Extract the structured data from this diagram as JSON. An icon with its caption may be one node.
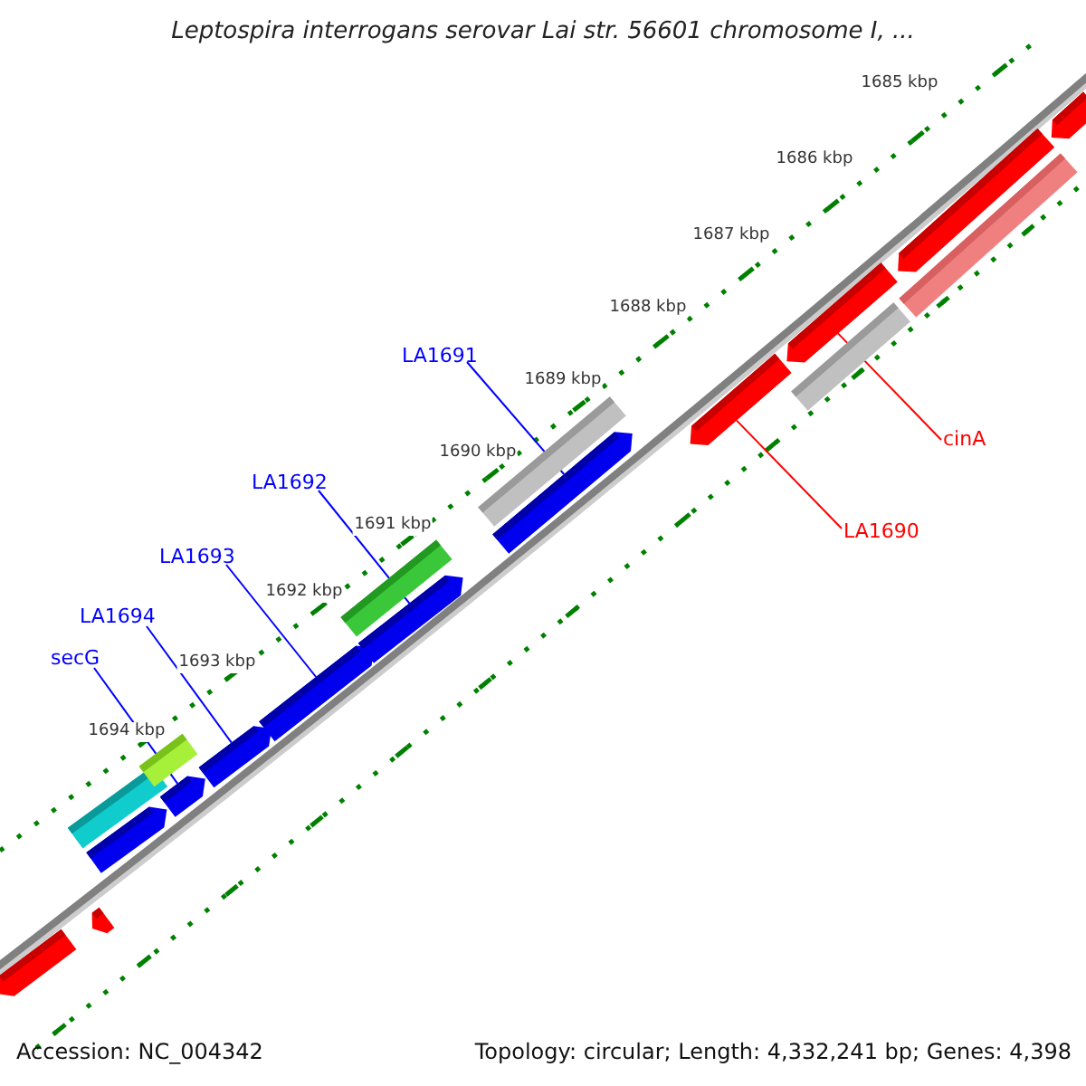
{
  "diagram": {
    "title": "Leptospira interrogans serovar Lai str. 56601 chromosome I, ...",
    "nodes": [
      {
        "text": [
          "LA1691"
        ]
      },
      {
        "text": [
          "LA1692"
        ]
      },
      {
        "text": [
          "LA1693"
        ]
      },
      {
        "text": [
          "LA1694"
        ]
      },
      {
        "text": [
          "secG"
        ]
      },
      {
        "text": [
          "LA1690"
        ]
      },
      {
        "text": [
          "cinA"
        ]
      },
      {
        "text": [],
        "shape": "arrow"
      },
      {
        "text": [],
        "shape": "arrow"
      },
      {
        "text": [],
        "shape": "bar"
      },
      {
        "text": [],
        "shape": "arrow"
      },
      {
        "text": [],
        "shape": "bar"
      },
      {
        "text": [],
        "shape": "arrow"
      },
      {
        "text": [],
        "shape": "arrow"
      },
      {
        "text": [],
        "shape": "arrow"
      },
      {
        "text": [],
        "shape": "bar"
      },
      {
        "text": [],
        "shape": "arrow"
      },
      {
        "text": [],
        "shape": "bar"
      },
      {
        "text": [],
        "shape": "arrow"
      },
      {
        "text": [],
        "shape": "arrow"
      },
      {
        "text": [],
        "shape": "arrow"
      },
      {
        "text": [],
        "shape": "bar"
      },
      {
        "text": [],
        "shape": "arrow"
      },
      {
        "text": [],
        "shape": "bar"
      },
      {
        "text": [],
        "shape": "arrow"
      }
    ],
    "edges": [
      {
        "from": 4,
        "to": 12,
        "arrow": "none"
      },
      {
        "from": 3,
        "to": 13,
        "arrow": "none"
      },
      {
        "from": 2,
        "to": 14,
        "arrow": "none"
      },
      {
        "from": 1,
        "to": 16,
        "arrow": "none"
      },
      {
        "from": 0,
        "to": 18,
        "arrow": "none"
      },
      {
        "from": 5,
        "to": 19,
        "arrow": "none",
        "color": "#ff0000"
      },
      {
        "from": 6,
        "to": 20,
        "arrow": "none",
        "color": "#ff0000"
      }
    ],
    "labels": [
      "1685 kbp",
      "1686 kbp",
      "1687 kbp",
      "1688 kbp",
      "1689 kbp",
      "1690 kbp",
      "1691 kbp",
      "1692 kbp",
      "1693 kbp",
      "1694 kbp",
      "Accession: NC_004342",
      "Topology: circular; Length: 4,332,241 bp; Genes: 4,398"
    ]
  }
}
